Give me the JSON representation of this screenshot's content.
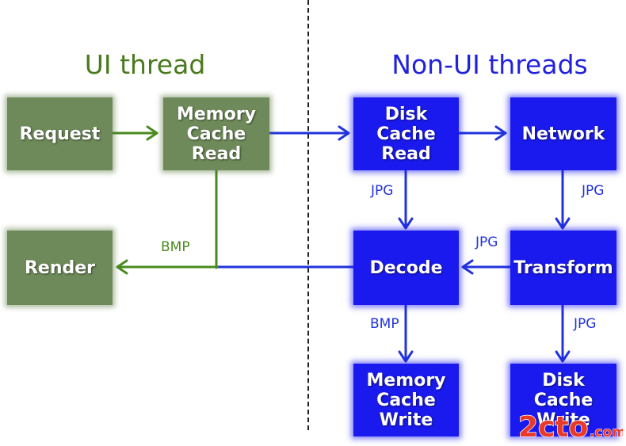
{
  "colors": {
    "ui_node": "#6e8a5a",
    "nonui_node": "#1a1aee",
    "ui_title": "#4a7a1e",
    "nonui_title": "#2222dd",
    "ui_edge": "#4a8a1e",
    "nonui_edge": "#2233dd",
    "divider": "#222222",
    "background": "#ffffff"
  },
  "sections": {
    "ui": "UI thread",
    "nonui": "Non-UI threads"
  },
  "nodes": {
    "request": "Request",
    "memory_cache_read": "Memory\nCache\nRead",
    "render": "Render",
    "disk_cache_read": "Disk\nCache\nRead",
    "network": "Network",
    "decode": "Decode",
    "transform": "Transform",
    "memory_cache_write": "Memory\nCache\nWrite",
    "disk_cache_write": "Disk\nCache\nWrite"
  },
  "edge_labels": {
    "disk_to_decode": "JPG",
    "network_to_transform": "JPG",
    "transform_to_decode": "JPG",
    "decode_to_render": "BMP",
    "decode_to_memwrite": "BMP",
    "transform_to_diskwrite": "JPG"
  },
  "watermark": {
    "text": "2cto",
    "suffix": ".com"
  }
}
